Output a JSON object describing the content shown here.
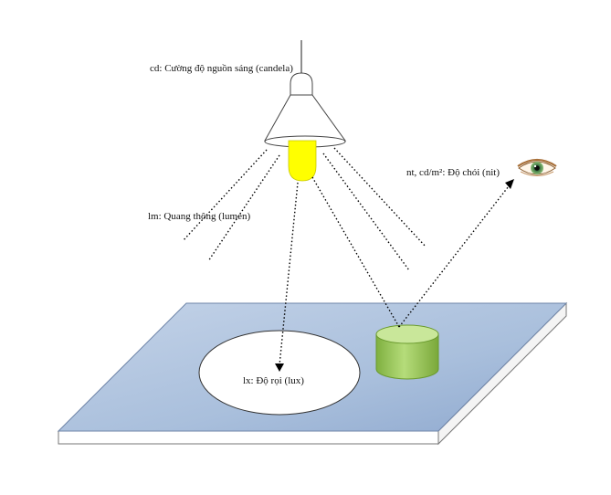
{
  "labels": {
    "candela": "cd: Cường độ nguồn sáng (candela)",
    "lumen": "lm: Quang thông (lumen)",
    "nit": "nt, cd/m²: Độ chói (nit)",
    "lux": "lx: Độ rọi (lux)"
  },
  "colors": {
    "floor_top": "#a9bfdc",
    "floor_edge": "#ffffff",
    "bulb": "#ffff00",
    "cylinder": "#9ccc5a",
    "line": "#000000"
  },
  "icons": {
    "lamp": "pendant-lamp-icon",
    "eye": "eye-icon"
  }
}
